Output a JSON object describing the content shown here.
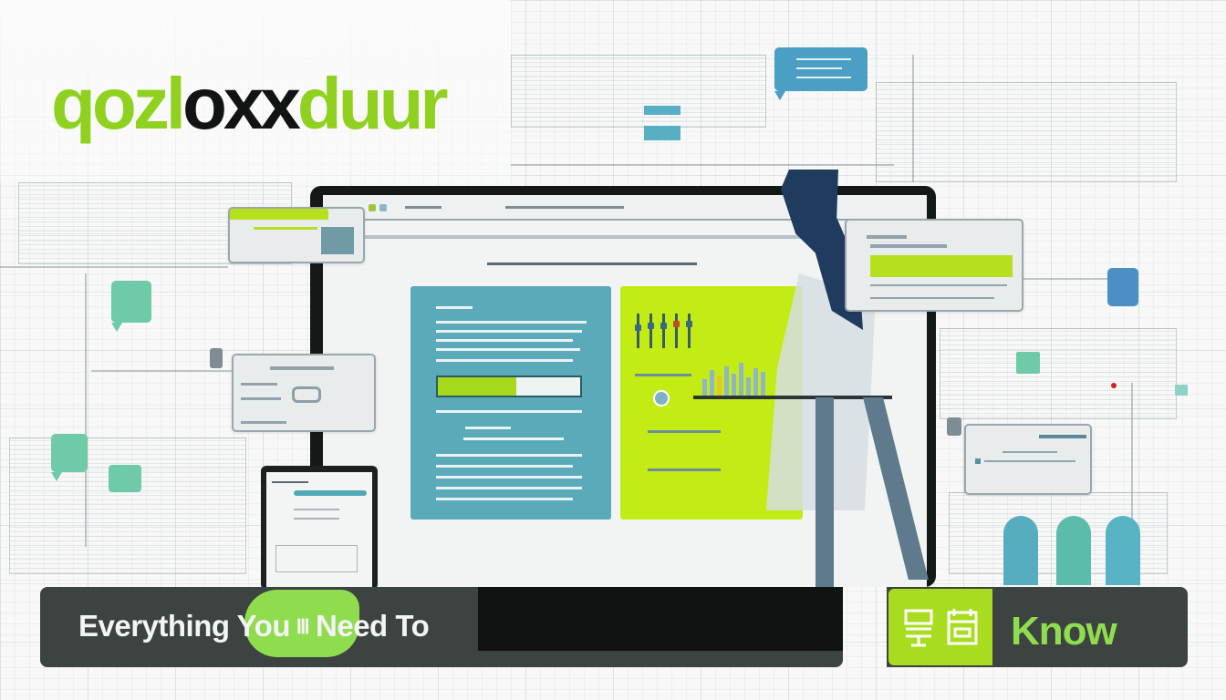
{
  "logo": {
    "part1": "qozl",
    "part2": "oxx",
    "part3": "duur",
    "colors": {
      "green": "#8fd11e",
      "black": "#111412"
    }
  },
  "banner": {
    "word1": "Everything",
    "word2": "You",
    "separator_glyph": "Ⅲ",
    "word3": "Need To",
    "accent_word": "Know",
    "icons": [
      "document-icon",
      "calendar-grid-icon"
    ],
    "colors": {
      "background": "#3d4340",
      "accent": "#8fdc4f",
      "icon_box": "#a8dc1e"
    }
  },
  "scene": {
    "monitor_panels": [
      {
        "name": "document-panel",
        "color": "#5aaab9"
      },
      {
        "name": "dashboard-panel",
        "color": "#c3ec14"
      }
    ],
    "floating_windows": [
      "top-left-dialog",
      "left-dialog",
      "right-form-dialog",
      "right-lower-dialog",
      "tablet"
    ],
    "chat_bubbles_color_teal": "#6fcaa8",
    "chat_bubbles_color_blue": "#4b9fc4",
    "pills": [
      "#56adc0",
      "#5bbcaa",
      "#58b4c4"
    ]
  }
}
